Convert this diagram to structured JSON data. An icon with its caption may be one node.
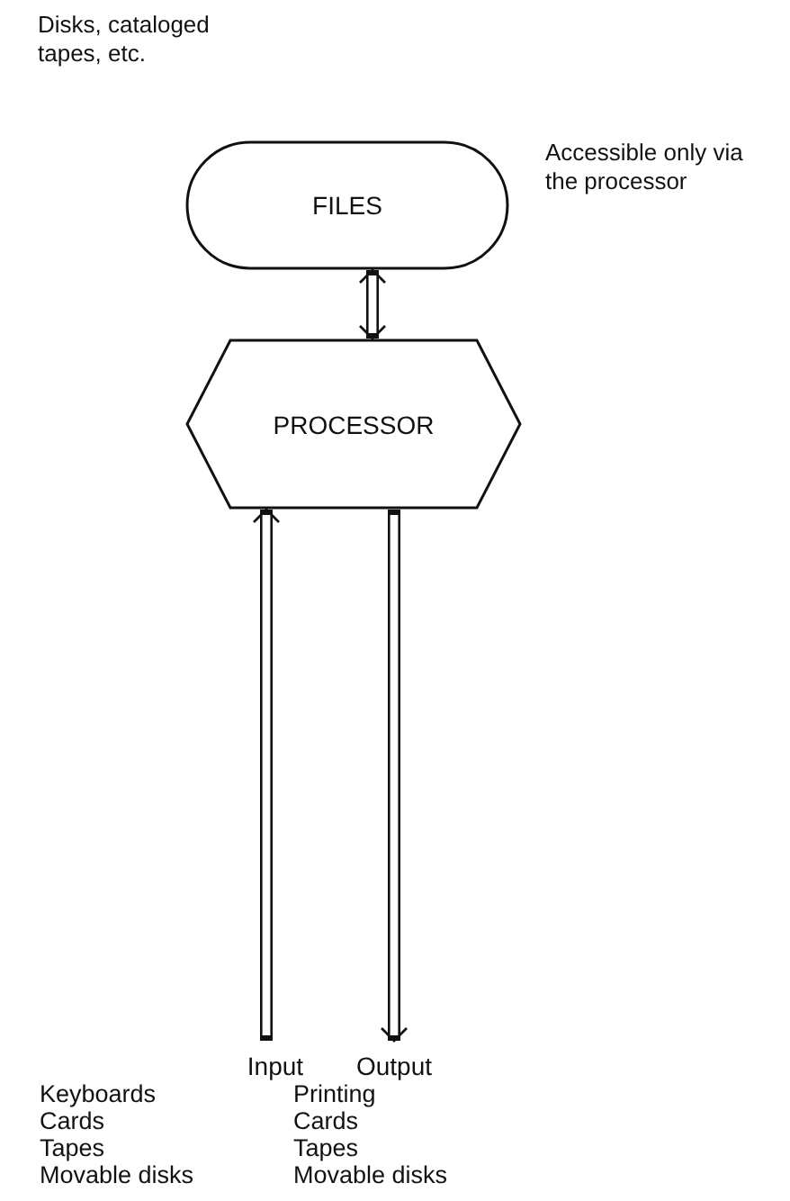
{
  "diagram": {
    "nodes": [
      {
        "text": [
          "FILES"
        ],
        "beside": [
          "Disks, cataloged tapes, etc.",
          "Accessible only via the processor"
        ]
      },
      {
        "text": [
          "PROCESSOR"
        ]
      },
      {
        "text": [
          "Input"
        ]
      },
      {
        "text": [
          "Output"
        ]
      }
    ],
    "edges": [
      {
        "from": 0,
        "to": 1,
        "arrow": "both"
      },
      {
        "from": 2,
        "to": 1,
        "arrow": "to"
      },
      {
        "from": 1,
        "to": 3,
        "arrow": "to"
      }
    ],
    "labels": [
      "Keyboards",
      "Printing",
      "Cards",
      "Cards",
      "Tapes",
      "Tapes",
      "Movable disks",
      "Movable disks"
    ]
  }
}
